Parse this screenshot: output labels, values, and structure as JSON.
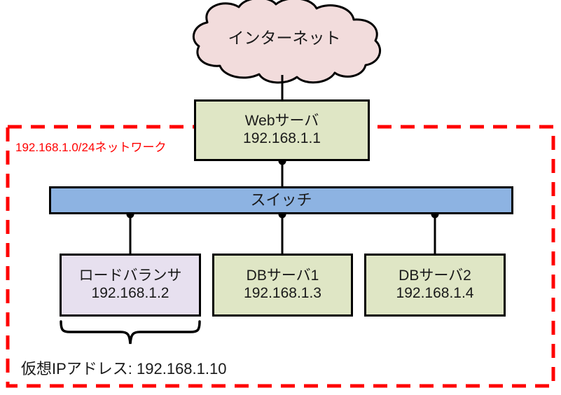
{
  "diagram": {
    "title_text": "192.168.1.0/24ネットワーク",
    "internet": {
      "label": "インターネット",
      "shape": "cloud",
      "fill": "#f2dcdc",
      "stroke": "#000000"
    },
    "zone": {
      "label": "192.168.1.0/24ネットワーク",
      "border_color": "#ff0000",
      "border_style": "dashed"
    },
    "nodes": [
      {
        "id": "web-server",
        "title": "Webサーバ",
        "ip": "192.168.1.1",
        "fill": "#dfe6c5",
        "stroke": "#000000"
      },
      {
        "id": "switch",
        "title": "スイッチ",
        "ip": "",
        "fill": "#8db3e2",
        "stroke": "#000000"
      },
      {
        "id": "load-balancer",
        "title": "ロードバランサ",
        "ip": "192.168.1.2",
        "fill": "#e7e0ef",
        "stroke": "#000000"
      },
      {
        "id": "db-server-1",
        "title": "DBサーバ1",
        "ip": "192.168.1.3",
        "fill": "#dfe6c5",
        "stroke": "#000000"
      },
      {
        "id": "db-server-2",
        "title": "DBサーバ2",
        "ip": "192.168.1.4",
        "fill": "#dfe6c5",
        "stroke": "#000000"
      }
    ],
    "annotation": {
      "virtual_ip_label": "仮想IPアドレス: 192.168.1.10",
      "brace_target": "load-balancer"
    },
    "connections": [
      {
        "from": "internet",
        "to": "web-server"
      },
      {
        "from": "web-server",
        "to": "switch"
      },
      {
        "from": "switch",
        "to": "load-balancer"
      },
      {
        "from": "switch",
        "to": "db-server-1"
      },
      {
        "from": "switch",
        "to": "db-server-2"
      }
    ]
  }
}
